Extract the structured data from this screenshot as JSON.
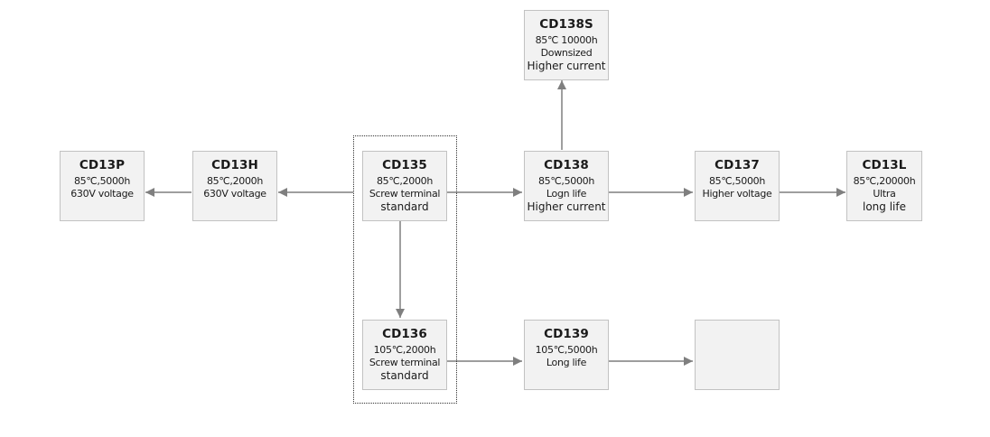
{
  "nodes": {
    "cd13p": {
      "name": "CD13P",
      "lines": [
        "85℃,5000h",
        "630V voltage"
      ]
    },
    "cd13h": {
      "name": "CD13H",
      "lines": [
        "85℃,2000h",
        "630V voltage"
      ]
    },
    "cd135": {
      "name": "CD135",
      "lines": [
        "85℃,2000h",
        "Screw terminal",
        "standard"
      ]
    },
    "cd138": {
      "name": "CD138",
      "lines": [
        "85℃,5000h",
        "Logn life",
        "Higher current"
      ]
    },
    "cd137": {
      "name": "CD137",
      "lines": [
        "85℃,5000h",
        "Higher voltage"
      ]
    },
    "cd13l": {
      "name": "CD13L",
      "lines": [
        "85℃,20000h",
        "Ultra",
        "long life"
      ]
    },
    "cd138s": {
      "name": "CD138S",
      "lines": [
        "85℃ 10000h",
        "Downsized",
        "Higher current"
      ]
    },
    "cd136": {
      "name": "CD136",
      "lines": [
        "105℃,2000h",
        "Screw terminal",
        "standard"
      ]
    },
    "cd139": {
      "name": "CD139",
      "lines": [
        "105℃,5000h",
        "Long life"
      ]
    },
    "empty": {
      "name": "",
      "lines": []
    }
  },
  "edges": [
    {
      "from": "cd135",
      "to": "cd13h"
    },
    {
      "from": "cd13h",
      "to": "cd13p"
    },
    {
      "from": "cd135",
      "to": "cd138"
    },
    {
      "from": "cd138",
      "to": "cd137"
    },
    {
      "from": "cd137",
      "to": "cd13l"
    },
    {
      "from": "cd138",
      "to": "cd138s"
    },
    {
      "from": "cd135",
      "to": "cd136"
    },
    {
      "from": "cd136",
      "to": "cd139"
    },
    {
      "from": "cd139",
      "to": "empty"
    }
  ],
  "colors": {
    "node_fill": "#f2f2f2",
    "node_border": "#c2c2c2",
    "arrow": "#7f7f7f",
    "frame": "#333333"
  }
}
